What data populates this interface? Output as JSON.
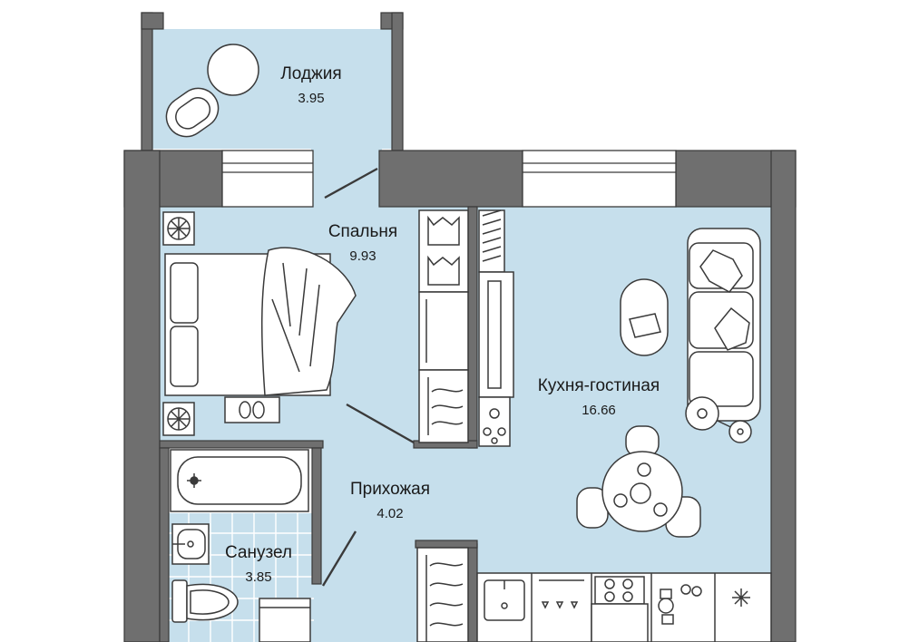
{
  "colors": {
    "room_fill": "#c6dfec",
    "wall": "#6f6f6f",
    "wall_outline": "#3a3a3a",
    "furniture_stroke": "#3a3a3a",
    "furniture_fill": "#ffffff",
    "tile_line": "#ffffff"
  },
  "rooms": [
    {
      "id": "loggia",
      "name": "Лоджия",
      "area": "3.95"
    },
    {
      "id": "bedroom",
      "name": "Спальня",
      "area": "9.93"
    },
    {
      "id": "kitchen_living",
      "name": "Кухня-гостиная",
      "area": "16.66"
    },
    {
      "id": "hallway",
      "name": "Прихожая",
      "area": "4.02"
    },
    {
      "id": "bathroom",
      "name": "Санузел",
      "area": "3.85"
    }
  ],
  "icons": [
    "round-table-icon",
    "armchair-icon",
    "air-conditioner-icon",
    "double-bed-icon",
    "slippers-icon",
    "wardrobe-icon",
    "tv-stand-icon",
    "oven-icon",
    "sofa-icon",
    "pillow-icon",
    "coffee-table-icon",
    "floor-lamp-icon",
    "dining-table-icon",
    "chair-icon",
    "bathtub-icon",
    "washbasin-icon",
    "toilet-icon",
    "washing-machine-icon",
    "kitchen-sink-icon",
    "stove-icon",
    "fridge-icon",
    "shoe-rack-icon",
    "door-swing-icon"
  ]
}
